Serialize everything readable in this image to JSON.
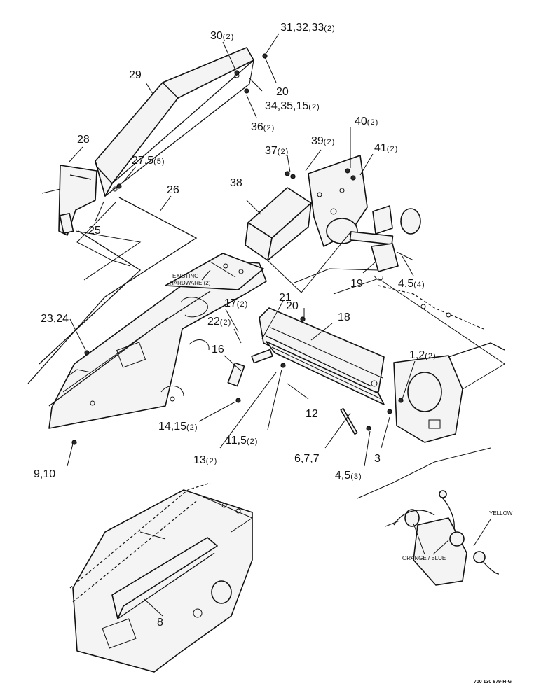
{
  "callouts": [
    {
      "id": "c30",
      "main": "30",
      "qty": "(2)"
    },
    {
      "id": "c31",
      "main": "31,32,33",
      "qty": "(2)"
    },
    {
      "id": "c29",
      "main": "29",
      "qty": ""
    },
    {
      "id": "c20a",
      "main": "20",
      "qty": ""
    },
    {
      "id": "c34",
      "main": "34,35,15",
      "qty": "(2)"
    },
    {
      "id": "c36",
      "main": "36",
      "qty": "(2)"
    },
    {
      "id": "c28",
      "main": "28",
      "qty": ""
    },
    {
      "id": "c27",
      "main": "27,5",
      "qty": "(5)"
    },
    {
      "id": "c40",
      "main": "40",
      "qty": "(2)"
    },
    {
      "id": "c37",
      "main": "37",
      "qty": "(2)"
    },
    {
      "id": "c39",
      "main": "39",
      "qty": "(2)"
    },
    {
      "id": "c41",
      "main": "41",
      "qty": "(2)"
    },
    {
      "id": "c26",
      "main": "26",
      "qty": ""
    },
    {
      "id": "c38",
      "main": "38",
      "qty": ""
    },
    {
      "id": "c25",
      "main": "25",
      "qty": ""
    },
    {
      "id": "c19",
      "main": "19",
      "qty": ""
    },
    {
      "id": "c45a",
      "main": "4,5",
      "qty": "(4)"
    },
    {
      "id": "c17",
      "main": "17",
      "qty": "(2)"
    },
    {
      "id": "c21",
      "main": "21",
      "qty": ""
    },
    {
      "id": "c20b",
      "main": "20",
      "qty": ""
    },
    {
      "id": "c18",
      "main": "18",
      "qty": ""
    },
    {
      "id": "c23",
      "main": "23,24",
      "qty": ""
    },
    {
      "id": "c22",
      "main": "22",
      "qty": "(2)"
    },
    {
      "id": "c16",
      "main": "16",
      "qty": ""
    },
    {
      "id": "c12",
      "main": "12",
      "qty": ""
    },
    {
      "id": "c1",
      "main": "1,2",
      "qty": "(2)"
    },
    {
      "id": "c14",
      "main": "14,15",
      "qty": "(2)"
    },
    {
      "id": "c11",
      "main": "11,5",
      "qty": "(2)"
    },
    {
      "id": "c13",
      "main": "13",
      "qty": "(2)"
    },
    {
      "id": "c6",
      "main": "6,7,7",
      "qty": ""
    },
    {
      "id": "c3",
      "main": "3",
      "qty": ""
    },
    {
      "id": "c9",
      "main": "9,10",
      "qty": ""
    },
    {
      "id": "c45b",
      "main": "4,5",
      "qty": "(3)"
    },
    {
      "id": "c8",
      "main": "8",
      "qty": ""
    }
  ],
  "notes": {
    "existing_hardware_line1": "EXISTING",
    "existing_hardware_line2": "HARDWARE (2)",
    "wire_yellow": "YELLOW",
    "wire_orange_blue": "ORANGE / BLUE"
  },
  "drawing_number": "700 130 879-H-G"
}
